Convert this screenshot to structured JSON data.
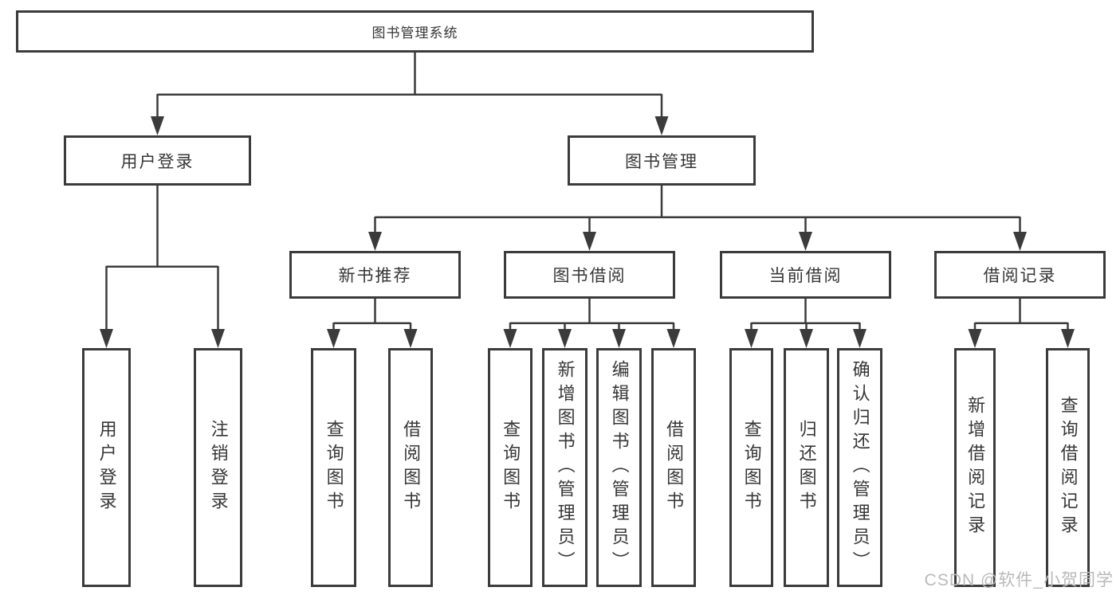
{
  "diagram": {
    "root": {
      "label": "图书管理系统"
    },
    "children": [
      {
        "label": "用户登录",
        "children": [
          {
            "label": "用户登录"
          },
          {
            "label": "注销登录"
          }
        ]
      },
      {
        "label": "图书管理",
        "children": [
          {
            "label": "新书推荐",
            "children": [
              {
                "label": "查询图书"
              },
              {
                "label": "借阅图书"
              }
            ]
          },
          {
            "label": "图书借阅",
            "children": [
              {
                "label": "查询图书"
              },
              {
                "label": "新增图书（管理员）"
              },
              {
                "label": "编辑图书（管理员）"
              },
              {
                "label": "借阅图书"
              }
            ]
          },
          {
            "label": "当前借阅",
            "children": [
              {
                "label": "查询图书"
              },
              {
                "label": "归还图书"
              },
              {
                "label": "确认归还（管理员）"
              }
            ]
          },
          {
            "label": "借阅记录",
            "children": [
              {
                "label": "新增借阅记录"
              },
              {
                "label": "查询借阅记录"
              }
            ]
          }
        ]
      }
    ]
  },
  "watermark": {
    "text": "CSDN @软件_小贺同学"
  },
  "colors": {
    "line": "#3b3b3b",
    "text": "#363636",
    "watermark": "#b9b9b9",
    "background": "#ffffff"
  }
}
